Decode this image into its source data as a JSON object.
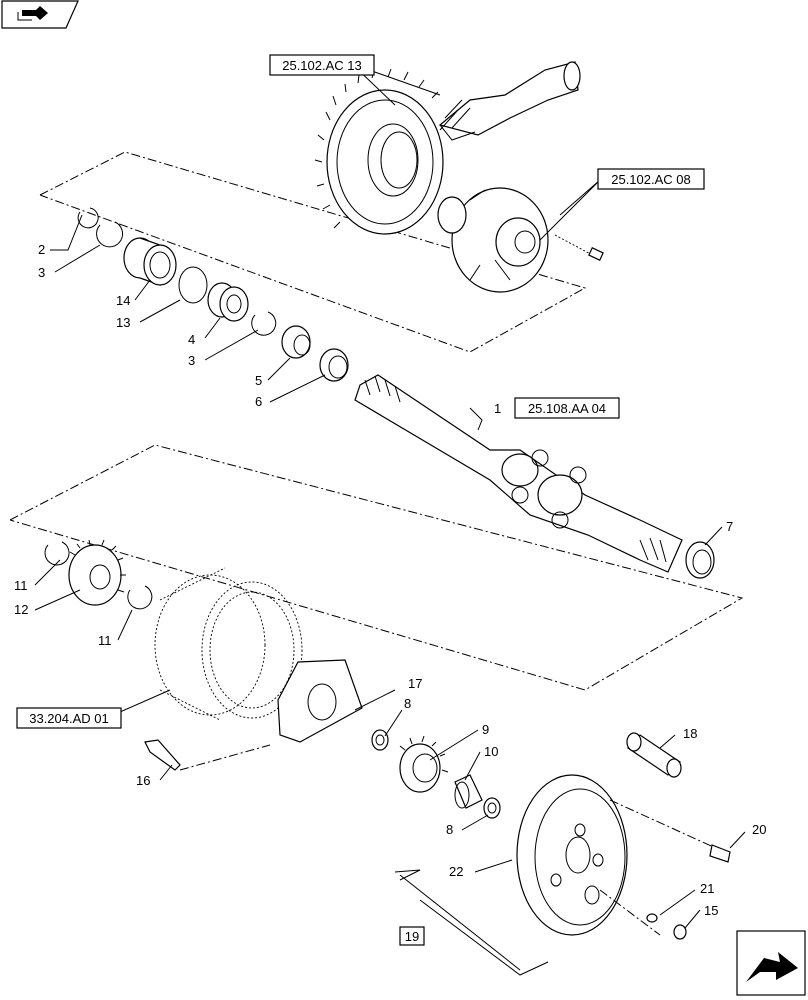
{
  "references": {
    "r1": "25.102.AC 13",
    "r2": "25.102.AC 08",
    "r3": "25.108.AA 04",
    "r4": "33.204.AD 01",
    "r5": "19"
  },
  "callouts": {
    "c1": "1",
    "c2": "2",
    "c3a": "3",
    "c3b": "3",
    "c4": "4",
    "c5": "5",
    "c6": "6",
    "c7": "7",
    "c8a": "8",
    "c8b": "8",
    "c9": "9",
    "c10": "10",
    "c11a": "11",
    "c11b": "11",
    "c12": "12",
    "c13": "13",
    "c14": "14",
    "c15": "15",
    "c16": "16",
    "c17": "17",
    "c18": "18",
    "c20": "20",
    "c21": "21",
    "c22": "22"
  },
  "icons": {
    "top_left": "book-arrow-icon",
    "bottom_right": "navigate-arrow-icon"
  }
}
